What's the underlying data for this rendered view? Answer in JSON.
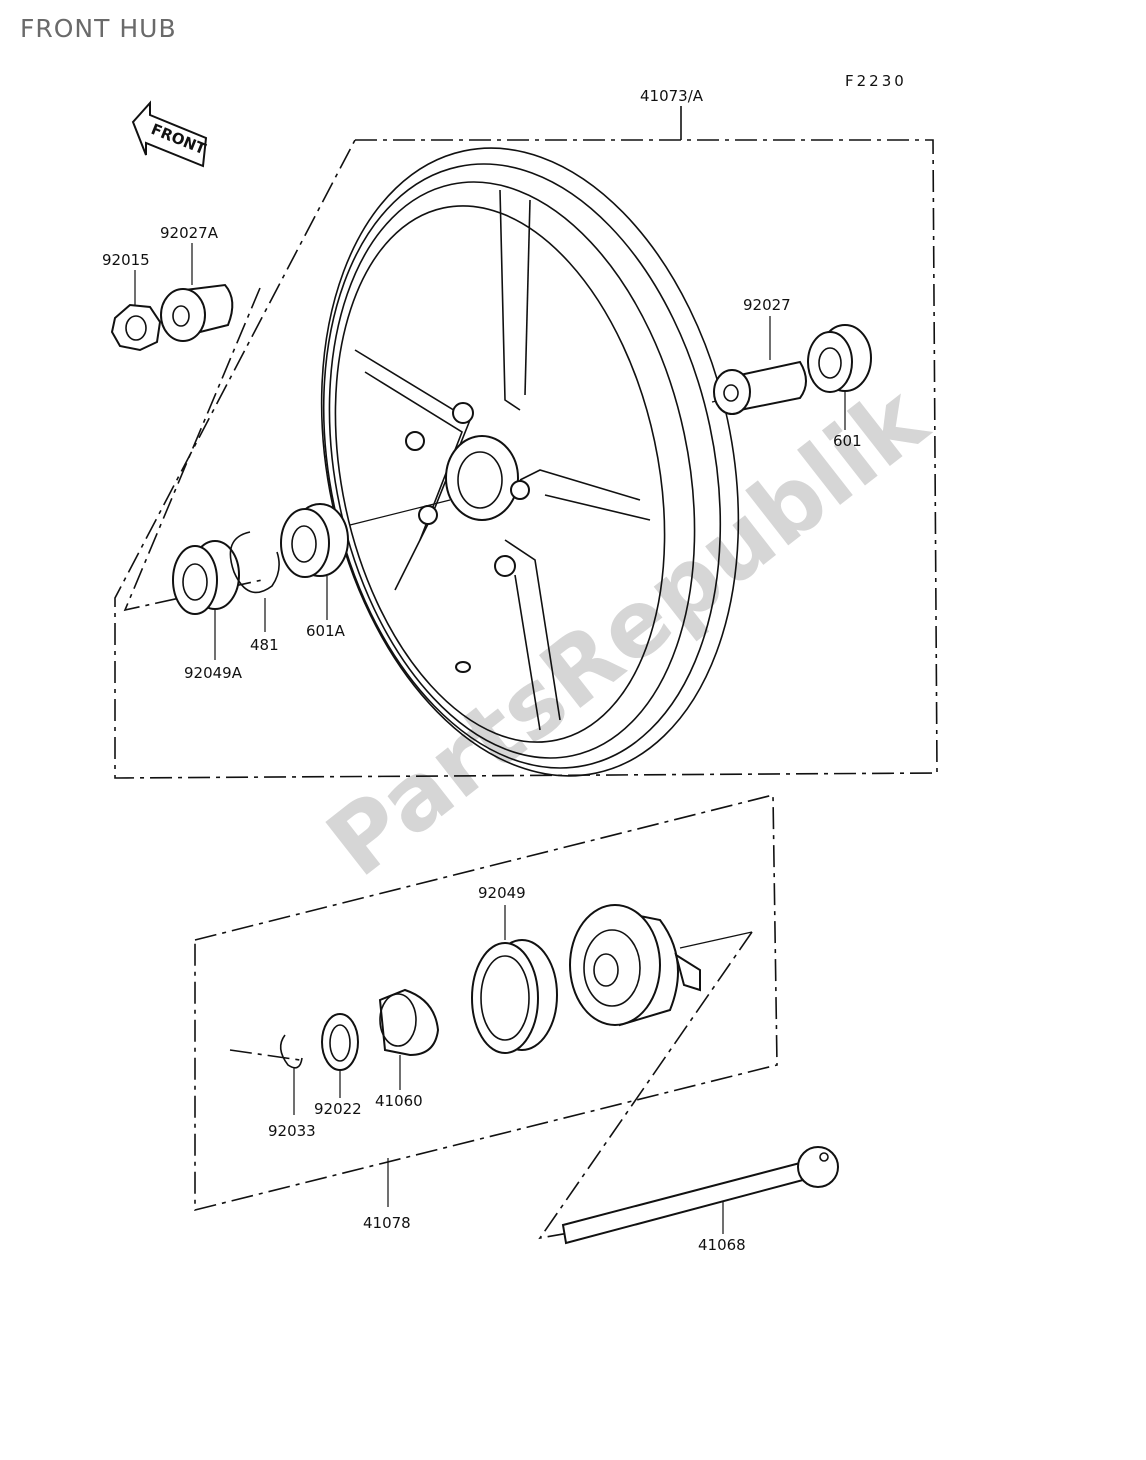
{
  "page": {
    "title": "FRONT HUB"
  },
  "diagram": {
    "code": "F2230",
    "front_arrow_label": "FRONT",
    "watermark": "PartsRepublik",
    "parts": {
      "p41073A": "41073/A",
      "p92027A": "92027A",
      "p92015": "92015",
      "p92027": "92027",
      "p601": "601",
      "p601A": "601A",
      "p481": "481",
      "p92049A": "92049A",
      "p92049": "92049",
      "p92033": "92033",
      "p92022": "92022",
      "p41060": "41060",
      "p41078": "41078",
      "p41068": "41068"
    }
  }
}
